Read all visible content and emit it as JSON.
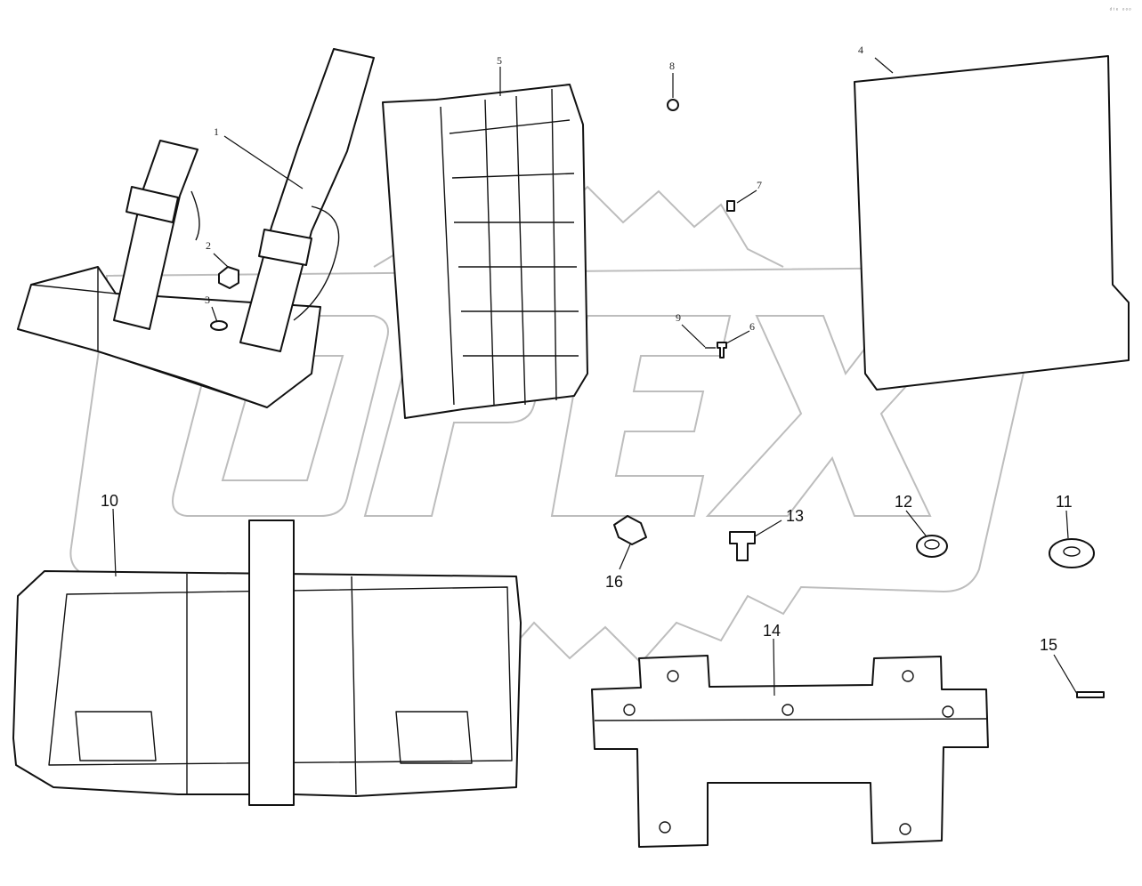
{
  "diagram": {
    "corner_mark": "ᵈᵗᵉ ᵒᵒᵒ",
    "watermark": {
      "brand": "OPEX",
      "style": "outlined italic letters over a gear outline",
      "color": "#bdbdbd"
    },
    "callouts": [
      {
        "id": "c1",
        "label": "1",
        "part": "strap-holder-bracket"
      },
      {
        "id": "c2",
        "label": "2",
        "part": "nut"
      },
      {
        "id": "c3",
        "label": "3",
        "part": "washer"
      },
      {
        "id": "c4",
        "label": "4",
        "part": "flat-cover"
      },
      {
        "id": "c5",
        "label": "5",
        "part": "grille-panel"
      },
      {
        "id": "c6",
        "label": "6",
        "part": "small-bolt"
      },
      {
        "id": "c7",
        "label": "7",
        "part": "plug"
      },
      {
        "id": "c8",
        "label": "8",
        "part": "small-nut"
      },
      {
        "id": "c9",
        "label": "9",
        "part": "pin"
      },
      {
        "id": "c10",
        "label": "10",
        "part": "tank-cover"
      },
      {
        "id": "c11",
        "label": "11",
        "part": "flat-washer"
      },
      {
        "id": "c12",
        "label": "12",
        "part": "spacer-ring"
      },
      {
        "id": "c13",
        "label": "13",
        "part": "bolt"
      },
      {
        "id": "c14",
        "label": "14",
        "part": "mounting-bracket"
      },
      {
        "id": "c15",
        "label": "15",
        "part": "rod"
      },
      {
        "id": "c16",
        "label": "16",
        "part": "clip-nut"
      }
    ]
  }
}
